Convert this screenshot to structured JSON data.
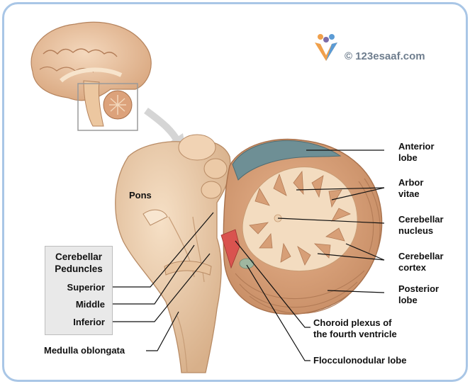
{
  "panel": {
    "title_line1": "Cerebellar",
    "title_line2": "Peduncles"
  },
  "labels": {
    "pons": "Pons",
    "anterior_lobe": [
      "Anterior",
      "lobe"
    ],
    "arbor_vitae": [
      "Arbor",
      "vitae"
    ],
    "cerebellar_nucleus": [
      "Cerebellar",
      "nucleus"
    ],
    "cerebellar_cortex": [
      "Cerebellar",
      "cortex"
    ],
    "posterior_lobe": [
      "Posterior",
      "lobe"
    ],
    "choroid_plexus": [
      "Choroid plexus of",
      "the fourth ventricle"
    ],
    "flocculonodular_lobe": "Flocculonodular lobe",
    "superior": "Superior",
    "middle": "Middle",
    "inferior": "Inferior",
    "medulla_oblongata": "Medulla oblongata"
  },
  "watermark": {
    "text": "© 123esaaf.com"
  },
  "colors": {
    "tissue": "#e9c8a4",
    "tissue_dark": "#c99c74",
    "cortex": "#d9a27a",
    "white_matter": "#f3dcc0",
    "anterior_lobe": "#6e8f95",
    "choroid_plexus": "#d9534f",
    "border": "#a9c6e6"
  }
}
